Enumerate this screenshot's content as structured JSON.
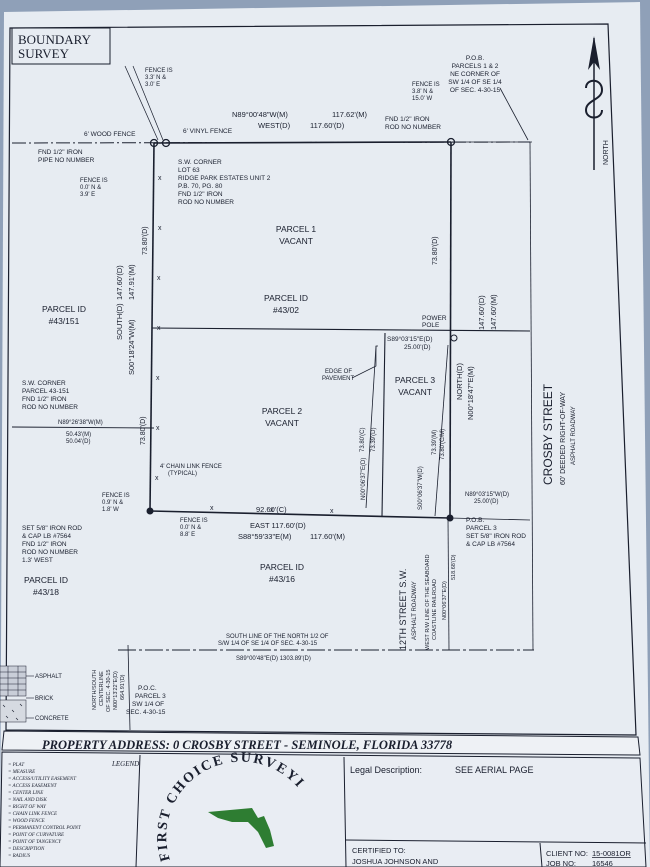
{
  "title": {
    "line1": "BOUNDARY",
    "line2": "SURVEY"
  },
  "north_label": "NORTH",
  "pob_note": [
    "P.O.B.",
    "PARCELS 1 & 2",
    "NE CORNER OF",
    "SW 1/4 OF SE 1/4",
    "OF SEC. 4-30-15"
  ],
  "fence_ne": [
    "FENCE IS",
    "3.8' N &",
    "15.0' W"
  ],
  "fence_nw": [
    "FENCE IS",
    "3.3' N &",
    "3.0' E"
  ],
  "north_bearing_m": "N89°00'48\"W(M)",
  "north_dist_m": "117.62'(M)",
  "north_bearing_d": "WEST(D)",
  "north_dist_d": "117.60'(D)",
  "fnd_ne": [
    "FND 1/2\" IRON",
    "ROD NO NUMBER"
  ],
  "wood_fence": "6' WOOD FENCE",
  "vinyl_fence": "6' VINYL FENCE",
  "fnd_nw": [
    "FND 1/2\" IRON",
    "PIPE NO NUMBER"
  ],
  "sw_corner_lot": [
    "S.W. CORNER",
    "LOT 63",
    "RIDGE PARK ESTATES UNIT 2",
    "P.B. 70, PG. 80",
    "FND 1/2\" IRON",
    "ROD NO NUMBER"
  ],
  "fence_w": [
    "FENCE IS",
    "0.0' N &",
    "3.9' E"
  ],
  "parcel1": [
    "PARCEL 1",
    "VACANT"
  ],
  "parcel_id_main": [
    "PARCEL ID",
    "#43/02"
  ],
  "parcel_id_west": [
    "PARCEL ID",
    "#43/151"
  ],
  "west_south_d": "SOUTH(D)",
  "west_dist_d": "147.60'(D)",
  "west_dist_m": "147.91'(M)",
  "west_bearing_m": "S00°18'24\"W(M)",
  "west_seg1": "73.80'(D)",
  "west_seg2": "73.80'(D)",
  "east_seg1": "73.80'(D)",
  "east_north_d": "NORTH(D)",
  "east_dist_d": "147.60'(D)",
  "east_dist_m": "147.60'(M)",
  "east_bearing_m": "N00°18'47\"E(M)",
  "power_pole": [
    "POWER",
    "POLE"
  ],
  "mid_bearing": "S89°03'15\"E(D)",
  "mid_dist": "25.00'(D)",
  "edge_pavement": [
    "EDGE OF",
    "PAVEMENT"
  ],
  "parcel3": [
    "PARCEL 3",
    "VACANT"
  ],
  "parcel2": [
    "PARCEL 2",
    "VACANT"
  ],
  "sw_corner_parcel": [
    "S.W. CORNER",
    "PARCEL 43-151",
    "FND 1/2\" IRON",
    "ROD NO NUMBER"
  ],
  "nw_bearing": "N89°26'38\"W(M)",
  "nw_dist1": "50.43'(M)",
  "nw_dist2": "50.04'(D)",
  "chain_fence": [
    "4' CHAIN LINK FENCE",
    "(TYPICAL)"
  ],
  "p3_inner_left": [
    "N00°06'37\"E(D)",
    "73.39'(D)",
    "73.80'(C)"
  ],
  "p3_inner_right": [
    "S00°06'37\"W(D)",
    "73.39'(M)",
    "73.80'(C/M)"
  ],
  "fence_sw": [
    "FENCE IS",
    "0.9' N &",
    "1.8' W"
  ],
  "fence_s": [
    "FENCE IS",
    "0.0' N &",
    "8.8' E"
  ],
  "south_dist_c": "92.60'(C)",
  "south_dist_d": "EAST 117.60'(D)",
  "south_bearing_m": "S88°59'33\"E(M)",
  "south_dist_m": "117.60'(M)",
  "set_rod_left": [
    "SET 5/8\" IRON ROD",
    "& CAP LB #7564",
    "FND 1/2\" IRON",
    "ROD NO NUMBER",
    "1.3' WEST"
  ],
  "se_bearing": "N89°03'15\"W(D)",
  "se_dist": "25.00'(D)",
  "pob_parcel3": [
    "P.O.B.",
    "PARCEL 3",
    "SET 5/8\" IRON ROD",
    "& CAP LB #7564"
  ],
  "parcel_id_south": [
    "PARCEL ID",
    "#43/16"
  ],
  "parcel_id_sw": [
    "PARCEL ID",
    "#43/18"
  ],
  "street_12th": [
    "12TH STREET S.W.",
    "ASPHALT ROADWAY"
  ],
  "row_line": [
    "WEST R/W LINE OF THE SEABOARD",
    "COASTLINE RAILROAD",
    "N00°06'37\"E(D)",
    "518.68'(D)"
  ],
  "crosby": [
    "CROSBY STREET",
    "60' DEEDED RIGHT-OF-WAY",
    "ASPHALT ROADWAY"
  ],
  "south_line": [
    "SOUTH LINE OF THE NORTH 1/2 OF",
    "S/W 1/4 OF SE 1/4 OF SEC. 4-30-15"
  ],
  "south_line_bearing": "S89°00'48\"E(D)  1303.89'(D)",
  "centerline": [
    "NORTH/SOUTH",
    "CENTERLINE",
    "OF SEC. 4-30-15",
    "N00°13'22\"E(D)",
    "664.91'(D)"
  ],
  "poc": [
    "P.O.C.",
    "PARCEL 3",
    "SW 1/4 OF",
    "SEC. 4-30-15"
  ],
  "legend_keys": [
    "ASPHALT",
    "BRICK",
    "CONCRETE"
  ],
  "address": "PROPERTY ADDRESS: 0 CROSBY STREET - SEMINOLE, FLORIDA 33778",
  "legend_title": "LEGEND",
  "abbrevs": [
    "= PLAT",
    "= MEASURE",
    "= ACCESS/UTILITY EASEMENT",
    "= ACCESS EASEMENT",
    "= CENTER LINE",
    "= NAIL AND DISK",
    "= RIGHT OF WAY",
    "= CHAIN LINK FENCE",
    "= WOOD FENCE",
    "= PERMANENT CONTROL POINT",
    "= POINT OF CURVATURE",
    "= POINT OF TANGENCY",
    "= DESCRIPTION",
    "= RADIUS"
  ],
  "logo_text": "FIRST CHOICE SURVEYING, INC.",
  "legal_desc_label": "Legal Description:",
  "legal_desc_value": "SEE AERIAL PAGE",
  "certified_label": "CERTIFIED TO:",
  "certified_value": "JOSHUA JOHNSON AND",
  "client_label": "CLIENT NO:",
  "client_value": "15-0081OR",
  "job_label": "JOB NO:",
  "job_value": "16546",
  "colors": {
    "paper": "#e7ecf2",
    "ink": "#1a1f2e",
    "backdrop": "#8fa0b8",
    "logo_green": "#2e7d32"
  }
}
